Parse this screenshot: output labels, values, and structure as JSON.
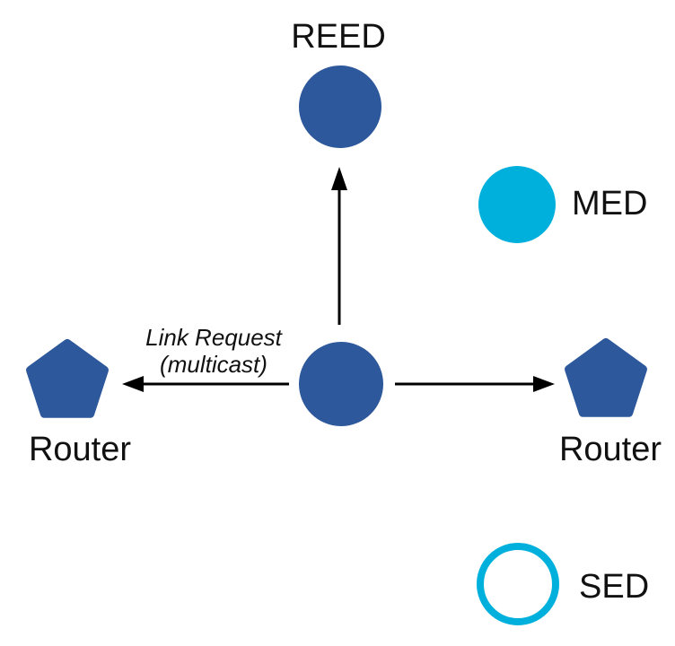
{
  "colors": {
    "node-primary": "#2d589c",
    "node-accent": "#00b0dc",
    "arrow": "#000000",
    "text": "#111111",
    "background": "#ffffff"
  },
  "nodes": {
    "reed": {
      "label": "REED",
      "shape": "filled circle"
    },
    "med": {
      "label": "MED",
      "shape": "filled circle (accent)"
    },
    "center": {
      "label": "",
      "shape": "filled circle"
    },
    "router_left": {
      "label": "Router",
      "shape": "filled pentagon"
    },
    "router_right": {
      "label": "Router",
      "shape": "filled pentagon"
    },
    "sed": {
      "label": "SED",
      "shape": "outlined circle (accent)"
    }
  },
  "edges": [
    {
      "from": "center",
      "to": "reed"
    },
    {
      "from": "center",
      "to": "router_left",
      "label": "Link Request (multicast)"
    },
    {
      "from": "center",
      "to": "router_right"
    }
  ],
  "annotation": {
    "line1": "Link Request",
    "line2": "(multicast)"
  }
}
